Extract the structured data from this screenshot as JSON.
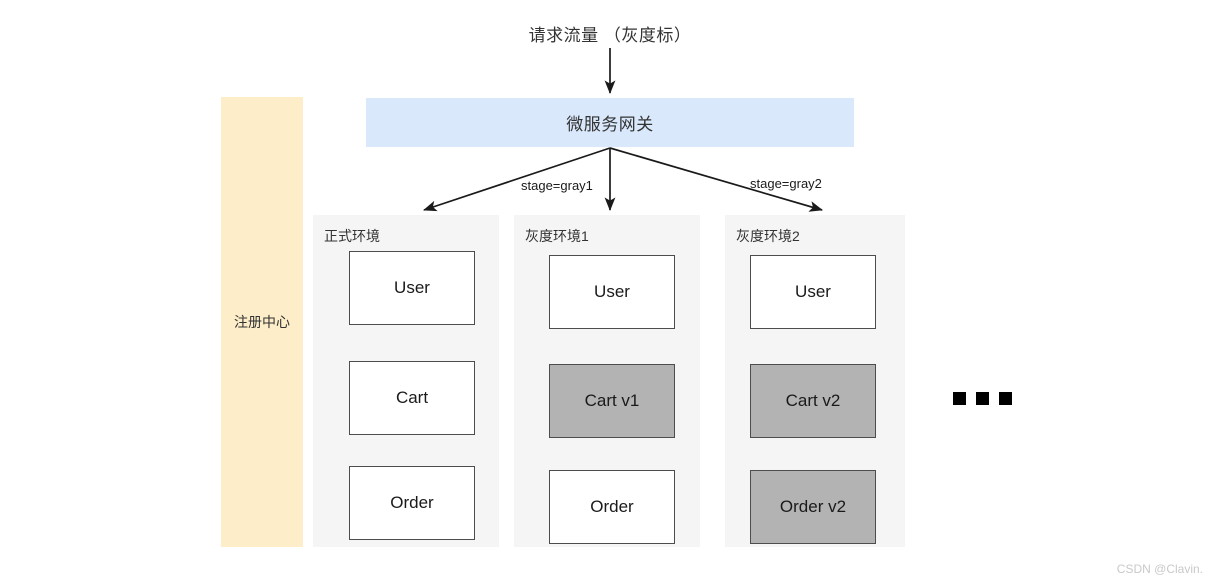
{
  "diagram": {
    "title": "请求流量 （灰度标）",
    "watermark": "CSDN @Clavin.",
    "colors": {
      "gateway_fill": "#d9e8fb",
      "registry_fill": "#fdeec9",
      "panel_fill": "#f5f5f5",
      "gray_service_fill": "#b3b3b3",
      "white_service_fill": "#ffffff",
      "stroke": "#4d4d4d"
    }
  },
  "gateway": {
    "label": "微服务网关"
  },
  "registry": {
    "label": "注册中心"
  },
  "edge_labels": {
    "gray1": "stage=gray1",
    "gray2": "stage=gray2"
  },
  "environments": [
    {
      "title": "正式环境",
      "services": [
        {
          "label": "User",
          "fill": "white"
        },
        {
          "label": "Cart",
          "fill": "white"
        },
        {
          "label": "Order",
          "fill": "white"
        }
      ]
    },
    {
      "title": "灰度环境1",
      "services": [
        {
          "label": "User",
          "fill": "white"
        },
        {
          "label": "Cart v1",
          "fill": "gray"
        },
        {
          "label": "Order",
          "fill": "white"
        }
      ]
    },
    {
      "title": "灰度环境2",
      "services": [
        {
          "label": "User",
          "fill": "white"
        },
        {
          "label": "Cart v2",
          "fill": "gray"
        },
        {
          "label": "Order v2",
          "fill": "gray"
        }
      ]
    }
  ],
  "more_indicator": {
    "dots": 3
  }
}
